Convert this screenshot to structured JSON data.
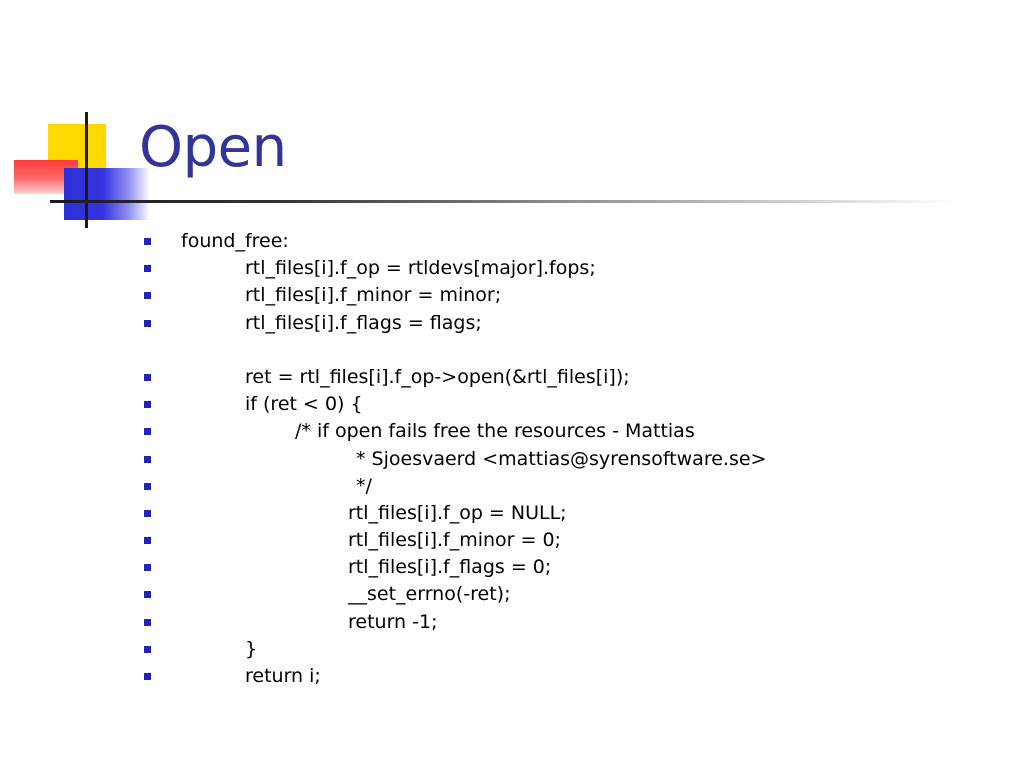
{
  "slide": {
    "title": "Open",
    "lines": [
      "found_free:",
      "rtl_files[i].f_op = rtldevs[major].fops;",
      "rtl_files[i].f_minor = minor;",
      "rtl_files[i].f_flags = flags;",
      "",
      "ret = rtl_files[i].f_op->open(&rtl_files[i]);",
      "if (ret < 0) {",
      "/* if open fails free the resources - Mattias",
      "* Sjoesvaerd <mattias@syrensoftware.se>",
      "*/",
      "rtl_files[i].f_op = NULL;",
      "rtl_files[i].f_minor = 0;",
      "rtl_files[i].f_flags = 0;",
      "__set_errno(-ret);",
      "return -1;",
      "}",
      "return i;"
    ]
  },
  "colors": {
    "title": "#33339a",
    "bullet": "#2424b4",
    "accent_yellow": "#ffd800",
    "accent_red": "#ff3b3b",
    "accent_blue": "#2f2fd6"
  }
}
